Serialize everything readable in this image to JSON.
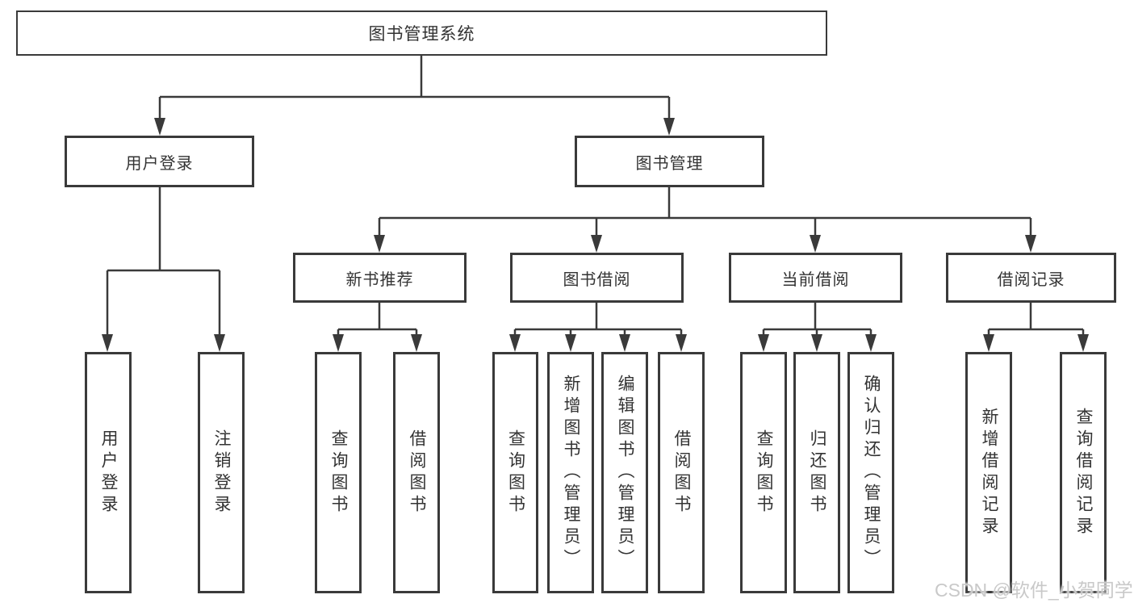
{
  "diagram": {
    "watermark": "CSDN @软件_小贺同学",
    "colors": {
      "line": "#3a3a3a",
      "text": "#333333",
      "box_background": "#ffffff",
      "watermark": "#c9c9c9"
    },
    "tree": {
      "label": "图书管理系统",
      "children": [
        {
          "label": "用户登录",
          "children": [
            {
              "label": "用户登录"
            },
            {
              "label": "注销登录"
            }
          ]
        },
        {
          "label": "图书管理",
          "children": [
            {
              "label": "新书推荐",
              "children": [
                {
                  "label": "查询图书"
                },
                {
                  "label": "借阅图书"
                }
              ]
            },
            {
              "label": "图书借阅",
              "children": [
                {
                  "label": "查询图书"
                },
                {
                  "label": "新增图书（管理员）"
                },
                {
                  "label": "编辑图书（管理员）"
                },
                {
                  "label": "借阅图书"
                }
              ]
            },
            {
              "label": "当前借阅",
              "children": [
                {
                  "label": "查询图书"
                },
                {
                  "label": "归还图书"
                },
                {
                  "label": "确认归还（管理员）"
                }
              ]
            },
            {
              "label": "借阅记录",
              "children": [
                {
                  "label": "新增借阅记录"
                },
                {
                  "label": "查询借阅记录"
                }
              ]
            }
          ]
        }
      ]
    }
  }
}
